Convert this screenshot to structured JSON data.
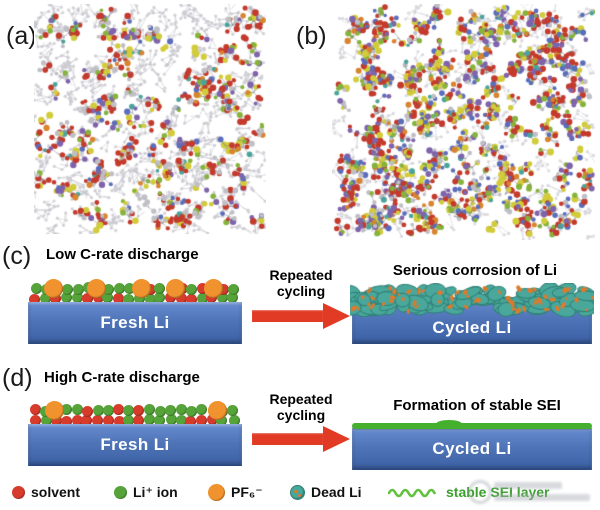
{
  "panels": {
    "a": {
      "label": "(a)"
    },
    "b": {
      "label": "(b)"
    },
    "c": {
      "label": "(c)",
      "title": "Low C-rate discharge",
      "fresh_block": "Fresh Li",
      "arrow_label": "Repeated cycling",
      "result_title": "Serious corrosion of Li",
      "cycled_block": "Cycled Li",
      "pf6_on_surface": 5
    },
    "d": {
      "label": "(d)",
      "title": "High C-rate discharge",
      "fresh_block": "Fresh Li",
      "arrow_label": "Repeated cycling",
      "result_title": "Formation of stable SEI",
      "cycled_block": "Cycled Li",
      "pf6_on_surface": 2
    }
  },
  "legend": {
    "items": [
      {
        "name": "solvent",
        "label": "solvent",
        "color": "#d63b2c"
      },
      {
        "name": "li-ion",
        "label": "Li⁺ ion",
        "color": "#56a33a"
      },
      {
        "name": "pf6",
        "label": "PF₆⁻",
        "color": "#f0922d"
      },
      {
        "name": "dead-li",
        "label": "Dead Li",
        "color": "#49a79b"
      },
      {
        "name": "stable-sei",
        "label": "stable SEI layer",
        "color": "#62c13e",
        "text_color": "#3aa02c"
      }
    ]
  },
  "colors": {
    "li_block": "#4f74b8",
    "arrow_red": "#e23b25",
    "solvent_red": "#d63b2c",
    "li_ion_green": "#56a33a",
    "pf6_orange": "#f0922d",
    "dead_li_teal": "#49a79b",
    "dead_li_outline": "#2f7e72",
    "dead_li_speckle": "#e07a2a",
    "sei_green": "#45b02e",
    "atoms_a": [
      {
        "color": "#c43a2c",
        "weight": 0.34,
        "r": 2.6
      },
      {
        "color": "#bfbfc6",
        "weight": 0.22,
        "r": 2.3
      },
      {
        "color": "#d2cc3a",
        "weight": 0.12,
        "r": 2.8
      },
      {
        "color": "#86b33c",
        "weight": 0.08,
        "r": 2.4
      },
      {
        "color": "#7f63ac",
        "weight": 0.1,
        "r": 2.6
      },
      {
        "color": "#4ba49c",
        "weight": 0.05,
        "r": 2.4
      },
      {
        "color": "#d9842e",
        "weight": 0.05,
        "r": 2.5
      },
      {
        "color": "#5b6dbb",
        "weight": 0.04,
        "r": 2.4
      }
    ],
    "atoms_b": [
      {
        "color": "#c43a2c",
        "weight": 0.28,
        "r": 2.6
      },
      {
        "color": "#5b6dbb",
        "weight": 0.13,
        "r": 2.4
      },
      {
        "color": "#7f63ac",
        "weight": 0.12,
        "r": 2.6
      },
      {
        "color": "#d2cc3a",
        "weight": 0.15,
        "r": 2.8
      },
      {
        "color": "#86b33c",
        "weight": 0.1,
        "r": 2.4
      },
      {
        "color": "#bfbfc6",
        "weight": 0.12,
        "r": 2.2
      },
      {
        "color": "#4ba49c",
        "weight": 0.05,
        "r": 2.4
      },
      {
        "color": "#d9842e",
        "weight": 0.05,
        "r": 2.5
      }
    ]
  }
}
